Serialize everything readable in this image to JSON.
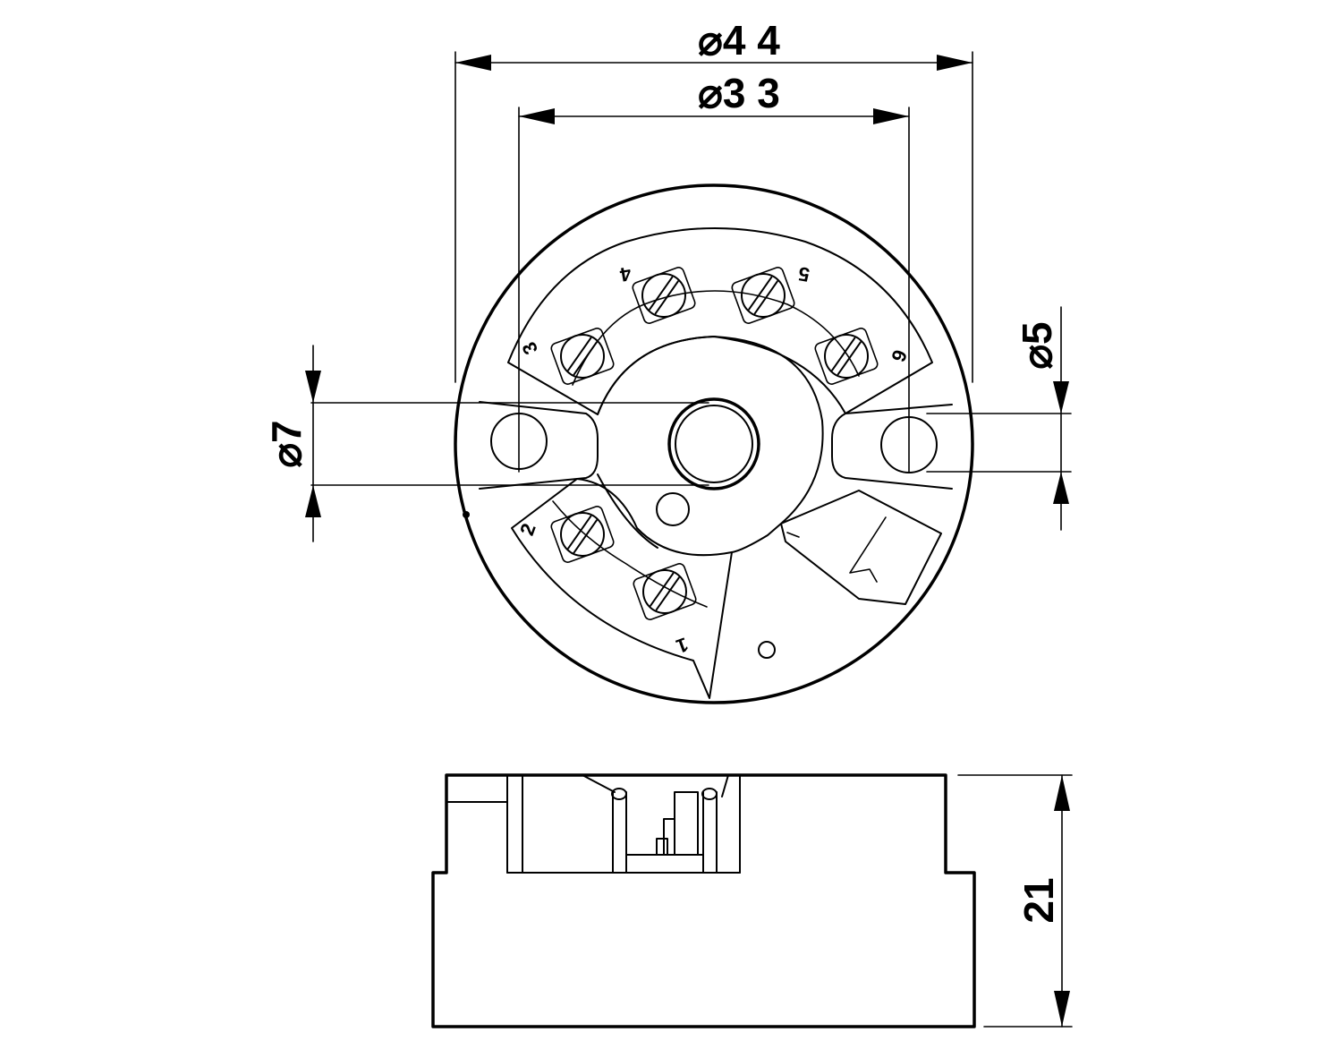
{
  "dimensions": {
    "outer_diameter": "⌀4 4",
    "mount_spacing": "⌀3 3",
    "center_hole": "⌀7",
    "mount_hole": "⌀5",
    "height": "21"
  },
  "terminals": [
    "1",
    "2",
    "3",
    "4",
    "5",
    "6"
  ]
}
